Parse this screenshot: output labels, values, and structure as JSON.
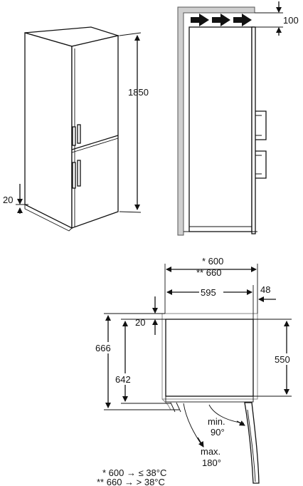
{
  "views": {
    "perspective": {
      "height_label": "1850",
      "clearance_label": "20"
    },
    "ventilation": {
      "top_gap_label": "100"
    },
    "top_view": {
      "width_a_label": "* 600",
      "width_b_label": "** 660",
      "inner_width_label": "595",
      "side_gap_label": "48",
      "rear_gap_label": "20",
      "depth_label": "550",
      "open_depth_a_label": "666",
      "open_depth_b_label": "642",
      "min_angle_word": "min.",
      "min_angle_value": "90°",
      "max_angle_word": "max.",
      "max_angle_value": "180°"
    }
  },
  "footnotes": {
    "line1": "* 600 → ≤ 38°C",
    "line2": "** 660 → > 38°C"
  },
  "icons": {
    "airflow": "airflow-arrow-icon",
    "dimension": "dimension-arrow-icon"
  }
}
